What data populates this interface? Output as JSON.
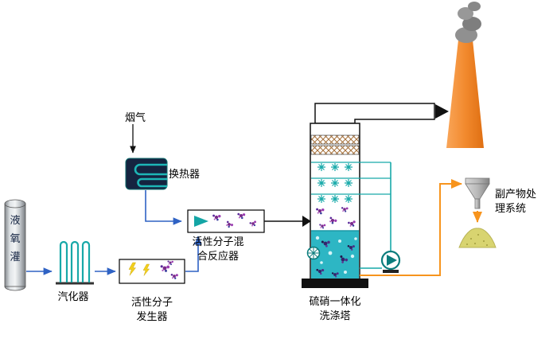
{
  "diagram": {
    "type": "process-flow",
    "labels": {
      "flue_gas": "烟气",
      "heat_exchanger": "换热器",
      "oxygen_tank": "液氧灌",
      "vaporizer": "汽化器",
      "generator": "活性分子\n发生器",
      "reactor": "活性分子混\n合反应器",
      "tower": "硫硝一体化\n洗涤塔",
      "byproduct": "副产物处\n理系统"
    },
    "colors": {
      "flow_line_blue": "#2f62c4",
      "pipe_teal": "#17a9a9",
      "byproduct_orange": "#f7941d",
      "chimney_orange": "#f28a2e",
      "tower_liquid": "#2db6c4",
      "molecule_purple": "#7a2a8a",
      "pile_yellow": "#d8d470"
    }
  }
}
